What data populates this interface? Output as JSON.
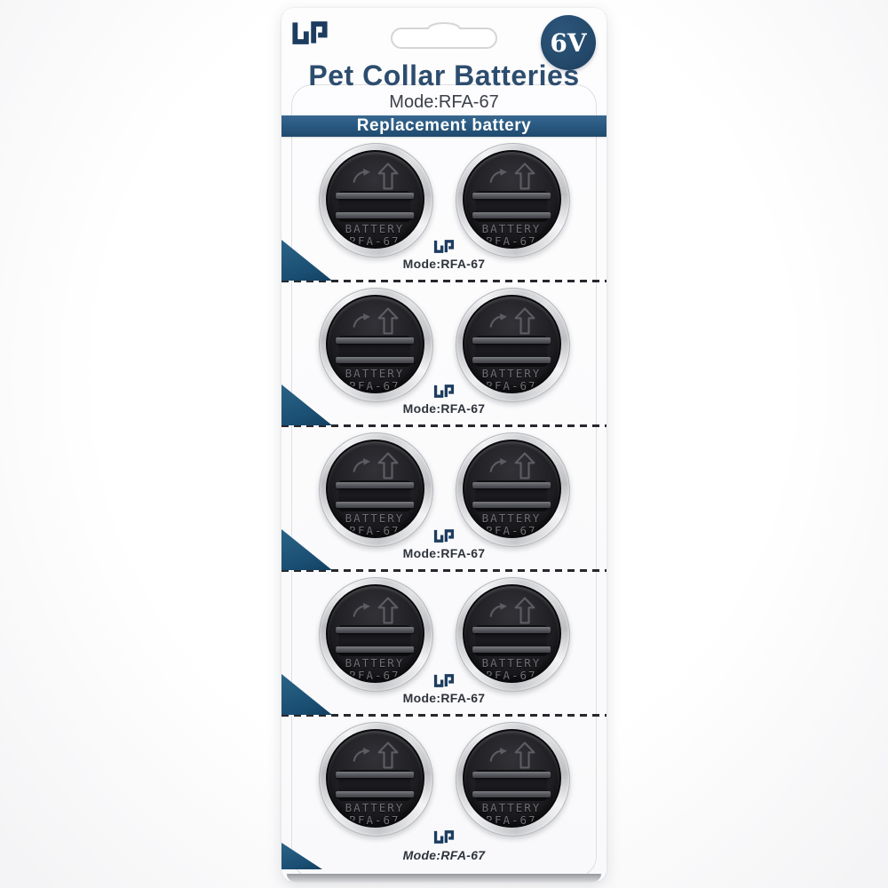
{
  "brand": {
    "name": "LP"
  },
  "badge": {
    "label": "6V"
  },
  "header": {
    "title": "Pet Collar Batteries",
    "model_line": "Mode:RFA-67",
    "banner": "Replacement battery"
  },
  "pack": {
    "rows": 5,
    "columns": 2,
    "battery_count": 10,
    "battery": {
      "label_line1": "BATTERY",
      "label_line2": "RFA-67"
    },
    "row_footer": {
      "brand": "LP",
      "model_line": "Mode:RFA-67"
    }
  },
  "colors": {
    "brand_navy": "#1d3c5f",
    "title_navy": "#2d4d6e",
    "banner_blue": "#2a5a82",
    "badge_navy": "#24496a",
    "corner_triangle_blue": "#1a4e72",
    "model_text": "#3c4049",
    "battery_black": "#1b1b1f"
  }
}
